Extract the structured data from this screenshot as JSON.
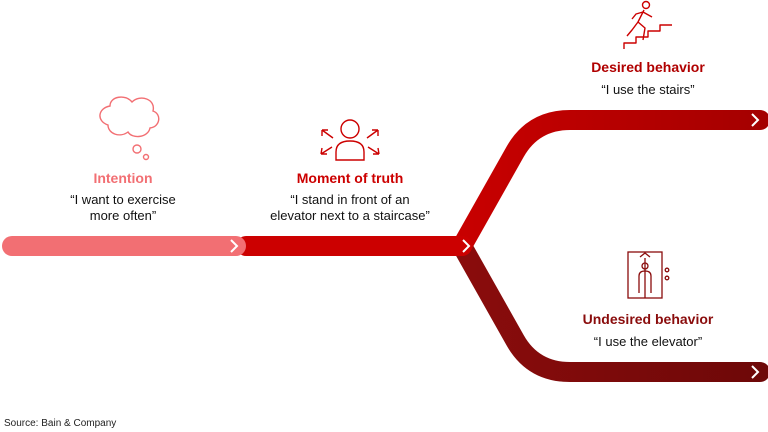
{
  "stages": {
    "intention": {
      "title": "Intention",
      "quote_line1": "“I want to exercise",
      "quote_line2": "more often”",
      "color": "#f26f73",
      "icon": "thought-bubble-icon"
    },
    "moment": {
      "title": "Moment of truth",
      "quote_line1": "“I stand in front of an",
      "quote_line2": "elevator next to a staircase”",
      "color": "#cc0000",
      "icon": "person-arrows-icon"
    },
    "desired": {
      "title": "Desired behavior",
      "quote": "“I use the stairs”",
      "color": "#b00000",
      "icon": "person-climbing-stairs-icon"
    },
    "undesired": {
      "title": "Undesired behavior",
      "quote": "“I use the elevator”",
      "color": "#7a0a0a",
      "icon": "person-in-elevator-icon"
    }
  },
  "source": "Source: Bain & Company"
}
